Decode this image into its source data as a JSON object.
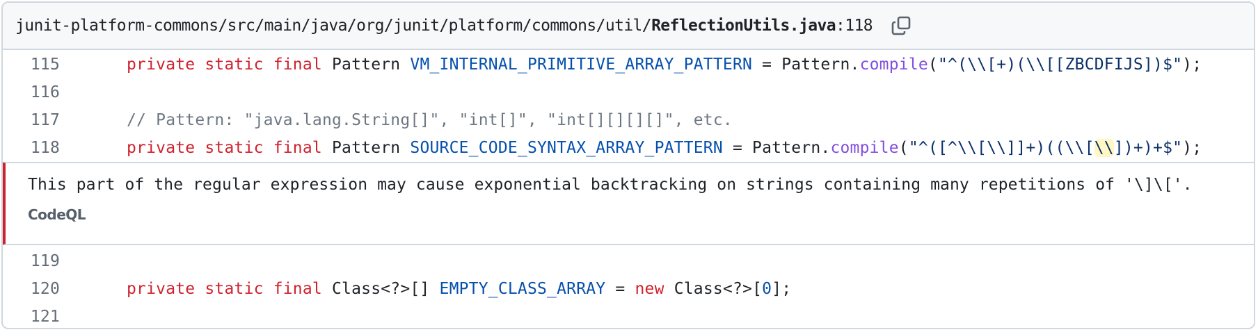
{
  "header": {
    "path_prefix": "junit-platform-commons/src/main/java/org/junit/platform/commons/util/",
    "file_name": "ReflectionUtils.java",
    "line_suffix": ":118",
    "copy_icon": "copy-icon"
  },
  "code_before": [
    {
      "number": "115",
      "tokens": [
        {
          "t": "private static final",
          "c": "kw"
        },
        {
          "t": " Pattern ",
          "c": ""
        },
        {
          "t": "VM_INTERNAL_PRIMITIVE_ARRAY_PATTERN",
          "c": "const"
        },
        {
          "t": " = Pattern.",
          "c": ""
        },
        {
          "t": "compile",
          "c": "fn"
        },
        {
          "t": "(",
          "c": ""
        },
        {
          "t": "\"^(\\\\[+)(\\\\[[ZBCDFIJS])$\"",
          "c": "str"
        },
        {
          "t": ");",
          "c": ""
        }
      ]
    },
    {
      "number": "116",
      "tokens": []
    },
    {
      "number": "117",
      "tokens": [
        {
          "t": "// Pattern: \"java.lang.String[]\", \"int[]\", \"int[][][][]\", etc.",
          "c": "cmt"
        }
      ]
    },
    {
      "number": "118",
      "tokens": [
        {
          "t": "private static final",
          "c": "kw"
        },
        {
          "t": " Pattern ",
          "c": ""
        },
        {
          "t": "SOURCE_CODE_SYNTAX_ARRAY_PATTERN",
          "c": "const"
        },
        {
          "t": " = Pattern.",
          "c": ""
        },
        {
          "t": "compile",
          "c": "fn"
        },
        {
          "t": "(",
          "c": ""
        },
        {
          "t": "\"^([^\\\\[\\\\]]+)((\\\\[",
          "c": "str"
        },
        {
          "t": "\\\\",
          "c": "str hl"
        },
        {
          "t": "])+)+$\"",
          "c": "str"
        },
        {
          "t": ");",
          "c": ""
        }
      ]
    }
  ],
  "alert": {
    "message": "This part of the regular expression may cause exponential backtracking on strings containing many repetitions of '\\]\\['.",
    "tool": "CodeQL",
    "severity_color": "#cf222e"
  },
  "code_after": [
    {
      "number": "119",
      "tokens": []
    },
    {
      "number": "120",
      "tokens": [
        {
          "t": "private static final",
          "c": "kw"
        },
        {
          "t": " Class<?>[] ",
          "c": ""
        },
        {
          "t": "EMPTY_CLASS_ARRAY",
          "c": "const"
        },
        {
          "t": " = ",
          "c": ""
        },
        {
          "t": "new",
          "c": "kw"
        },
        {
          "t": " Class<?>[",
          "c": ""
        },
        {
          "t": "0",
          "c": "const"
        },
        {
          "t": "];",
          "c": ""
        }
      ]
    },
    {
      "number": "121",
      "tokens": []
    }
  ]
}
